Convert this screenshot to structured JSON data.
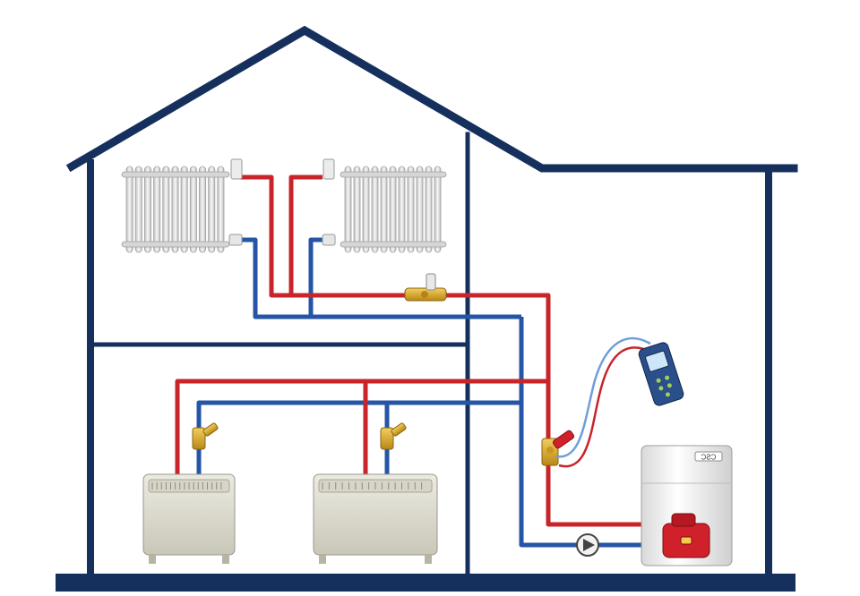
{
  "diagram": {
    "kind": "heating-system-schematic",
    "colors": {
      "walls": "#16305e",
      "background": "#ffffff",
      "supply_pipe": "#c8252a",
      "return_pipe": "#2455a6",
      "radiator": "#e4e4e4",
      "convector": "#dedccf",
      "valve_brass": "#d9a32a",
      "boiler_body": "#f1f1f1",
      "burner": "#d0202a",
      "meter": "#2a4f8a"
    },
    "boiler_label": "ϽƧϽ",
    "components": {
      "house": "house-outline",
      "upper_radiators": [
        "column-radiator-left",
        "column-radiator-right"
      ],
      "lower_heaters": [
        "panel-convector-left",
        "panel-convector-right"
      ],
      "valves": [
        "balancing-valve-upper",
        "balancing-valve-lower-left",
        "balancing-valve-lower-right",
        "measuring-valve"
      ],
      "pump": "circulation-pump",
      "meter": "flow-measuring-instrument",
      "boiler": "boiler-with-burner"
    }
  }
}
